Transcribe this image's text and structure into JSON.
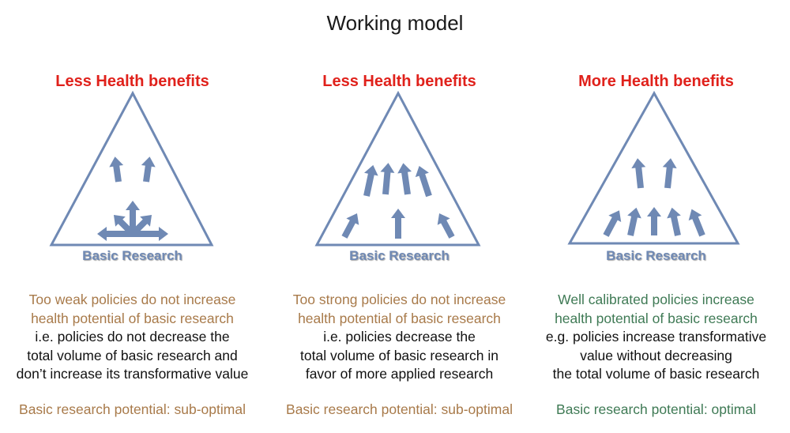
{
  "title": "Working model",
  "panels": [
    {
      "benefit": "Less Health benefits",
      "base_label": "Basic Research",
      "desc_highlight": [
        "Too weak policies do not increase",
        "health potential of basic research"
      ],
      "desc_body": [
        "i.e. policies do not decrease the",
        "total volume of basic research and",
        "don’t increase its transformative value"
      ],
      "potential": "Basic research potential: sub-optimal",
      "tone": "sub"
    },
    {
      "benefit": "Less Health benefits",
      "base_label": "Basic Research",
      "desc_highlight": [
        "Too strong policies do not increase",
        "health potential of basic research"
      ],
      "desc_body": [
        "i.e. policies decrease the",
        "total volume of basic research in",
        "favor of more applied research"
      ],
      "potential": "Basic research potential: sub-optimal",
      "tone": "sub"
    },
    {
      "benefit": "More Health benefits",
      "base_label": "Basic Research",
      "desc_highlight": [
        "Well calibrated policies increase",
        "health potential of basic research"
      ],
      "desc_body": [
        "e.g. policies increase transformative",
        "value without decreasing",
        "the total volume of basic research"
      ],
      "potential": "Basic research potential: optimal",
      "tone": "opt"
    }
  ],
  "colors": {
    "title": "#1a1a1a",
    "benefit": "#e0211b",
    "triangle": "#6f89b4",
    "suboptimal": "#a87a4a",
    "optimal": "#3f7a55"
  },
  "icons": [
    "up-arrow-icon",
    "left-arrow-icon",
    "right-arrow-icon",
    "diagonal-arrow-icon"
  ]
}
